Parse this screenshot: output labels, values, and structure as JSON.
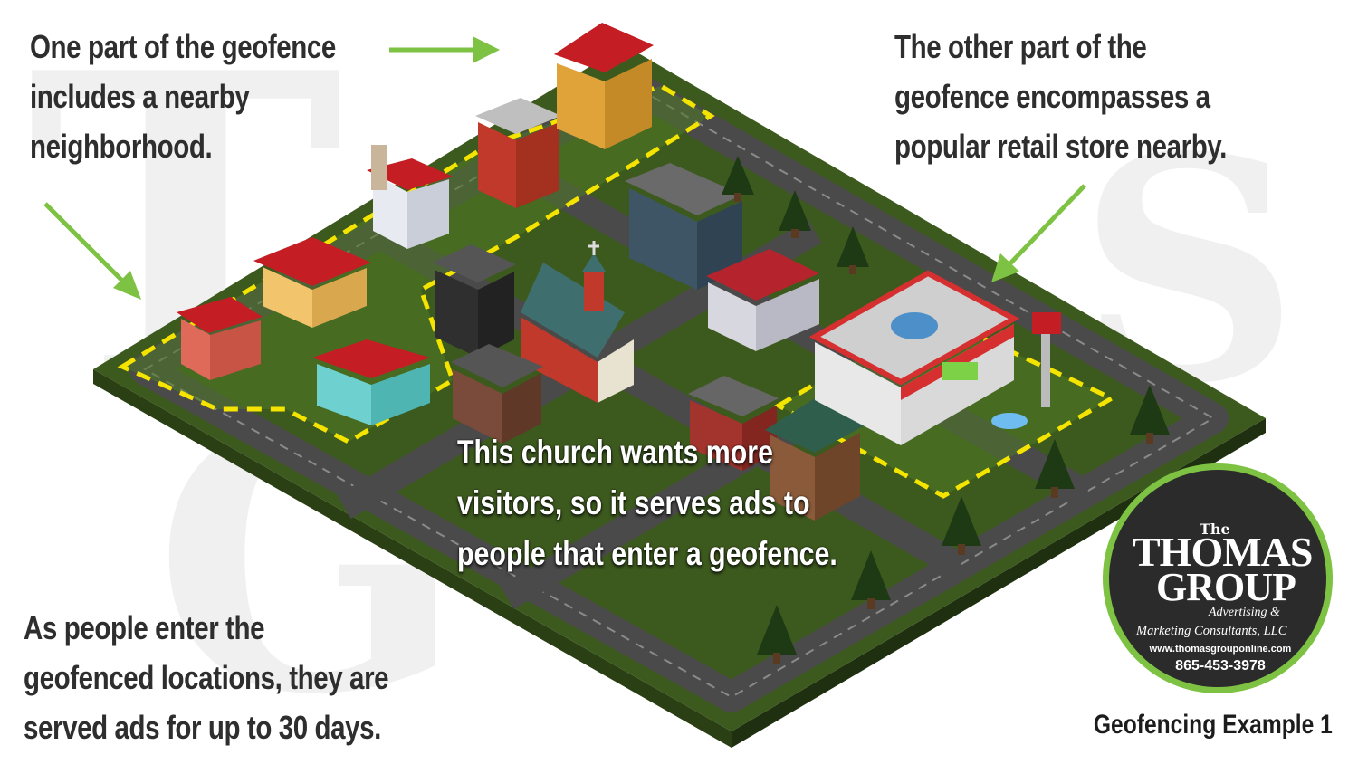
{
  "captions": {
    "neighborhood": [
      "One part of the geofence",
      "includes a nearby",
      "neighborhood."
    ],
    "retail": [
      "The other part of the",
      "geofence encompasses a",
      "popular retail store nearby."
    ],
    "church": [
      "This church wants more",
      "visitors, so it serves ads to",
      "people that enter a geofence."
    ],
    "ads": [
      "As people enter the",
      "geofenced locations, they are",
      "served ads for up to 30 days."
    ]
  },
  "footer_title": "Geofencing Example 1",
  "logo": {
    "the": "The",
    "thomas": "THOMAS",
    "group": "GROUP",
    "line1": "Advertising &",
    "line2": "Marketing Consultants, LLC",
    "url": "www.thomasgrouponline.com",
    "phone": "865-453-3978",
    "ring_color": "#7dc242",
    "fill_color": "#2b2b2b"
  },
  "colors": {
    "arrow": "#7dc242",
    "grass": "#3d5a1e",
    "road": "#4a4a4a",
    "geofence_line": "#f5e300",
    "roof": "#c41e24"
  },
  "icons": [
    "arrow-icon",
    "building-icon",
    "tree-icon",
    "church-icon",
    "store-icon",
    "house-icon"
  ]
}
